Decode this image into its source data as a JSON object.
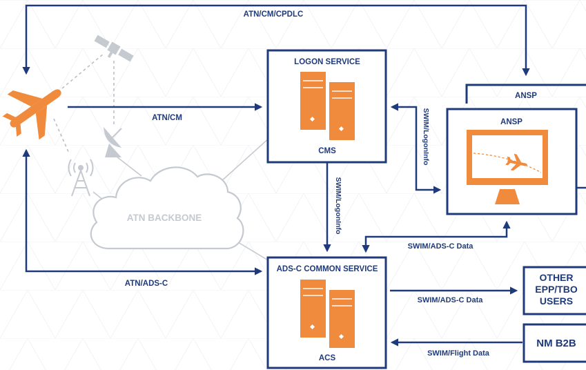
{
  "colors": {
    "navy": "#1f3a7a",
    "orange": "#f08a3c",
    "grey": "#c5c9d0",
    "background": "#ffffff"
  },
  "nodes": {
    "logon_service": {
      "title": "LOGON SERVICE",
      "subtitle": "CMS",
      "icon": "server-icon"
    },
    "ads_c_common_service": {
      "title": "ADS-C COMMON SERVICE",
      "subtitle": "ACS",
      "icon": "server-icon"
    },
    "ansp_box": {
      "title": "ANSP",
      "icon": "monitor-icon"
    },
    "ansp_back_label": "ANSP",
    "other_users": {
      "lines": [
        "OTHER",
        "EPP/TBO",
        "USERS"
      ]
    },
    "nm_b2b": "NM B2B",
    "atn_backbone": "ATN BACKBONE",
    "aircraft": {
      "icon": "airplane-icon"
    },
    "satellite": {
      "icon": "satellite-icon"
    },
    "dish": {
      "icon": "satellite-dish-icon"
    },
    "antenna": {
      "icon": "radio-antenna-icon"
    }
  },
  "edges": {
    "atn_cm_cpdlc": "ATN/CM/CPDLC",
    "atn_cm": "ATN/CM",
    "atn_ads_c": "ATN/ADS-C",
    "swim_logoninfo_right": "SWIM/LogonInfo",
    "swim_logoninfo_down": "SWIM/LogonInfo",
    "swim_ads_c_data_ansp": "SWIM/ADS-C Data",
    "swim_ads_c_data_users": "SWIM/ADS-C Data",
    "swim_flight_data": "SWIM/Flight Data"
  }
}
